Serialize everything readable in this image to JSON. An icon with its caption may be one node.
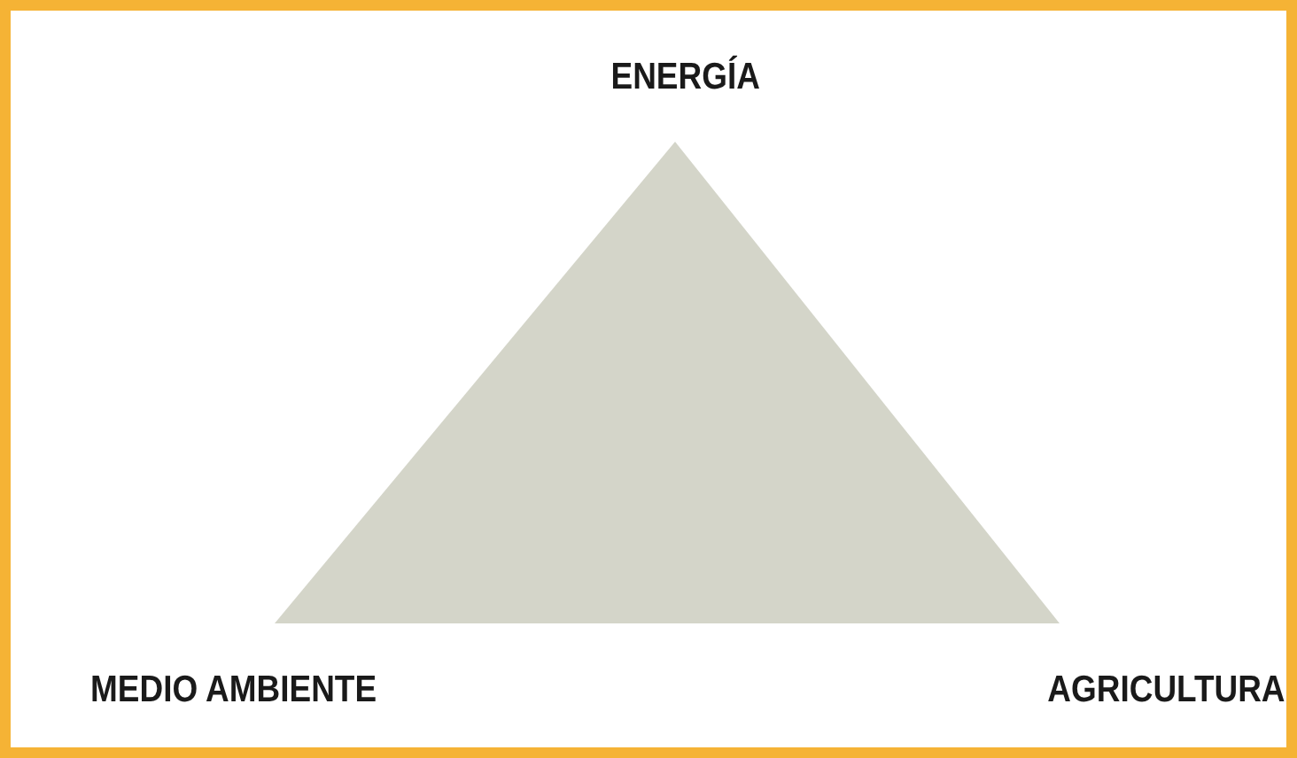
{
  "diagram": {
    "labels": [
      "ENERGÍA",
      "MEDIO AMBIENTE",
      "AGRICULTURA"
    ]
  }
}
